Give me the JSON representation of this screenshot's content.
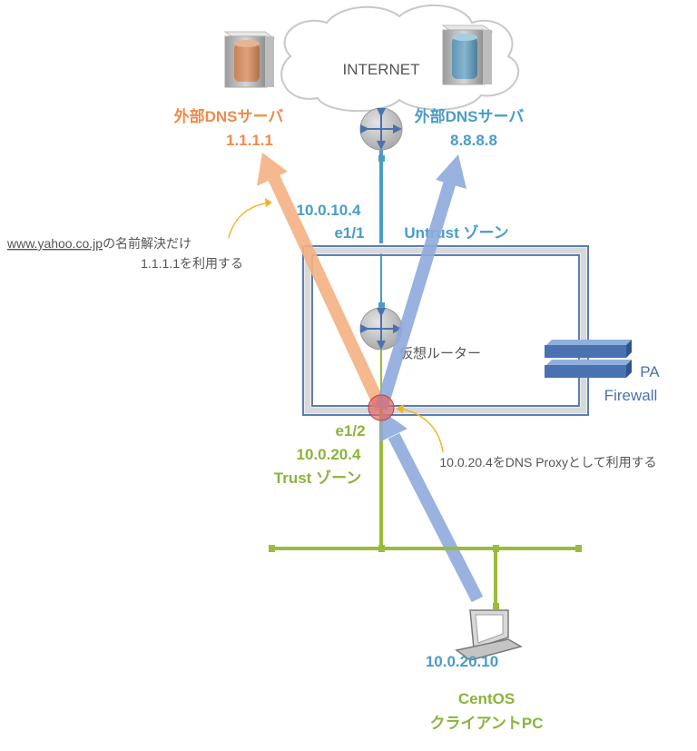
{
  "internet": {
    "label": "INTERNET"
  },
  "dns_left": {
    "name": "外部DNSサーバ",
    "ip": "1.1.1.1",
    "color": "#ee8c4a"
  },
  "dns_right": {
    "name": "外部DNSサーバ",
    "ip": "8.8.8.8",
    "color": "#4a9cc8"
  },
  "untrust": {
    "ip": "10.0.10.4",
    "iface": "e1/1",
    "zone": "Untrust ゾーン",
    "color": "#4a9cc8"
  },
  "router": {
    "label": "仮想ルーター"
  },
  "firewall": {
    "line1": "PA",
    "line2": "Firewall",
    "color": "#4a72b0"
  },
  "trust": {
    "iface": "e1/2",
    "ip": "10.0.20.4",
    "zone": "Trust ゾーン",
    "color": "#8ab43c"
  },
  "notes": {
    "yahoo_line1_url": "www.yahoo.co.jp",
    "yahoo_line1_rest": "の名前解決だけ",
    "yahoo_line2": "1.1.1.1を利用する",
    "proxy": "10.0.20.4をDNS Proxyとして利用する"
  },
  "client": {
    "ip": "10.0.20.10",
    "name": "CentOS",
    "desc": "クライアントPC",
    "color": "#8ab43c"
  },
  "colors": {
    "arrow_orange": "#f4b183",
    "arrow_blue": "#8faadc",
    "trust_green": "#9bbb3c",
    "callout": "#f0b429"
  }
}
